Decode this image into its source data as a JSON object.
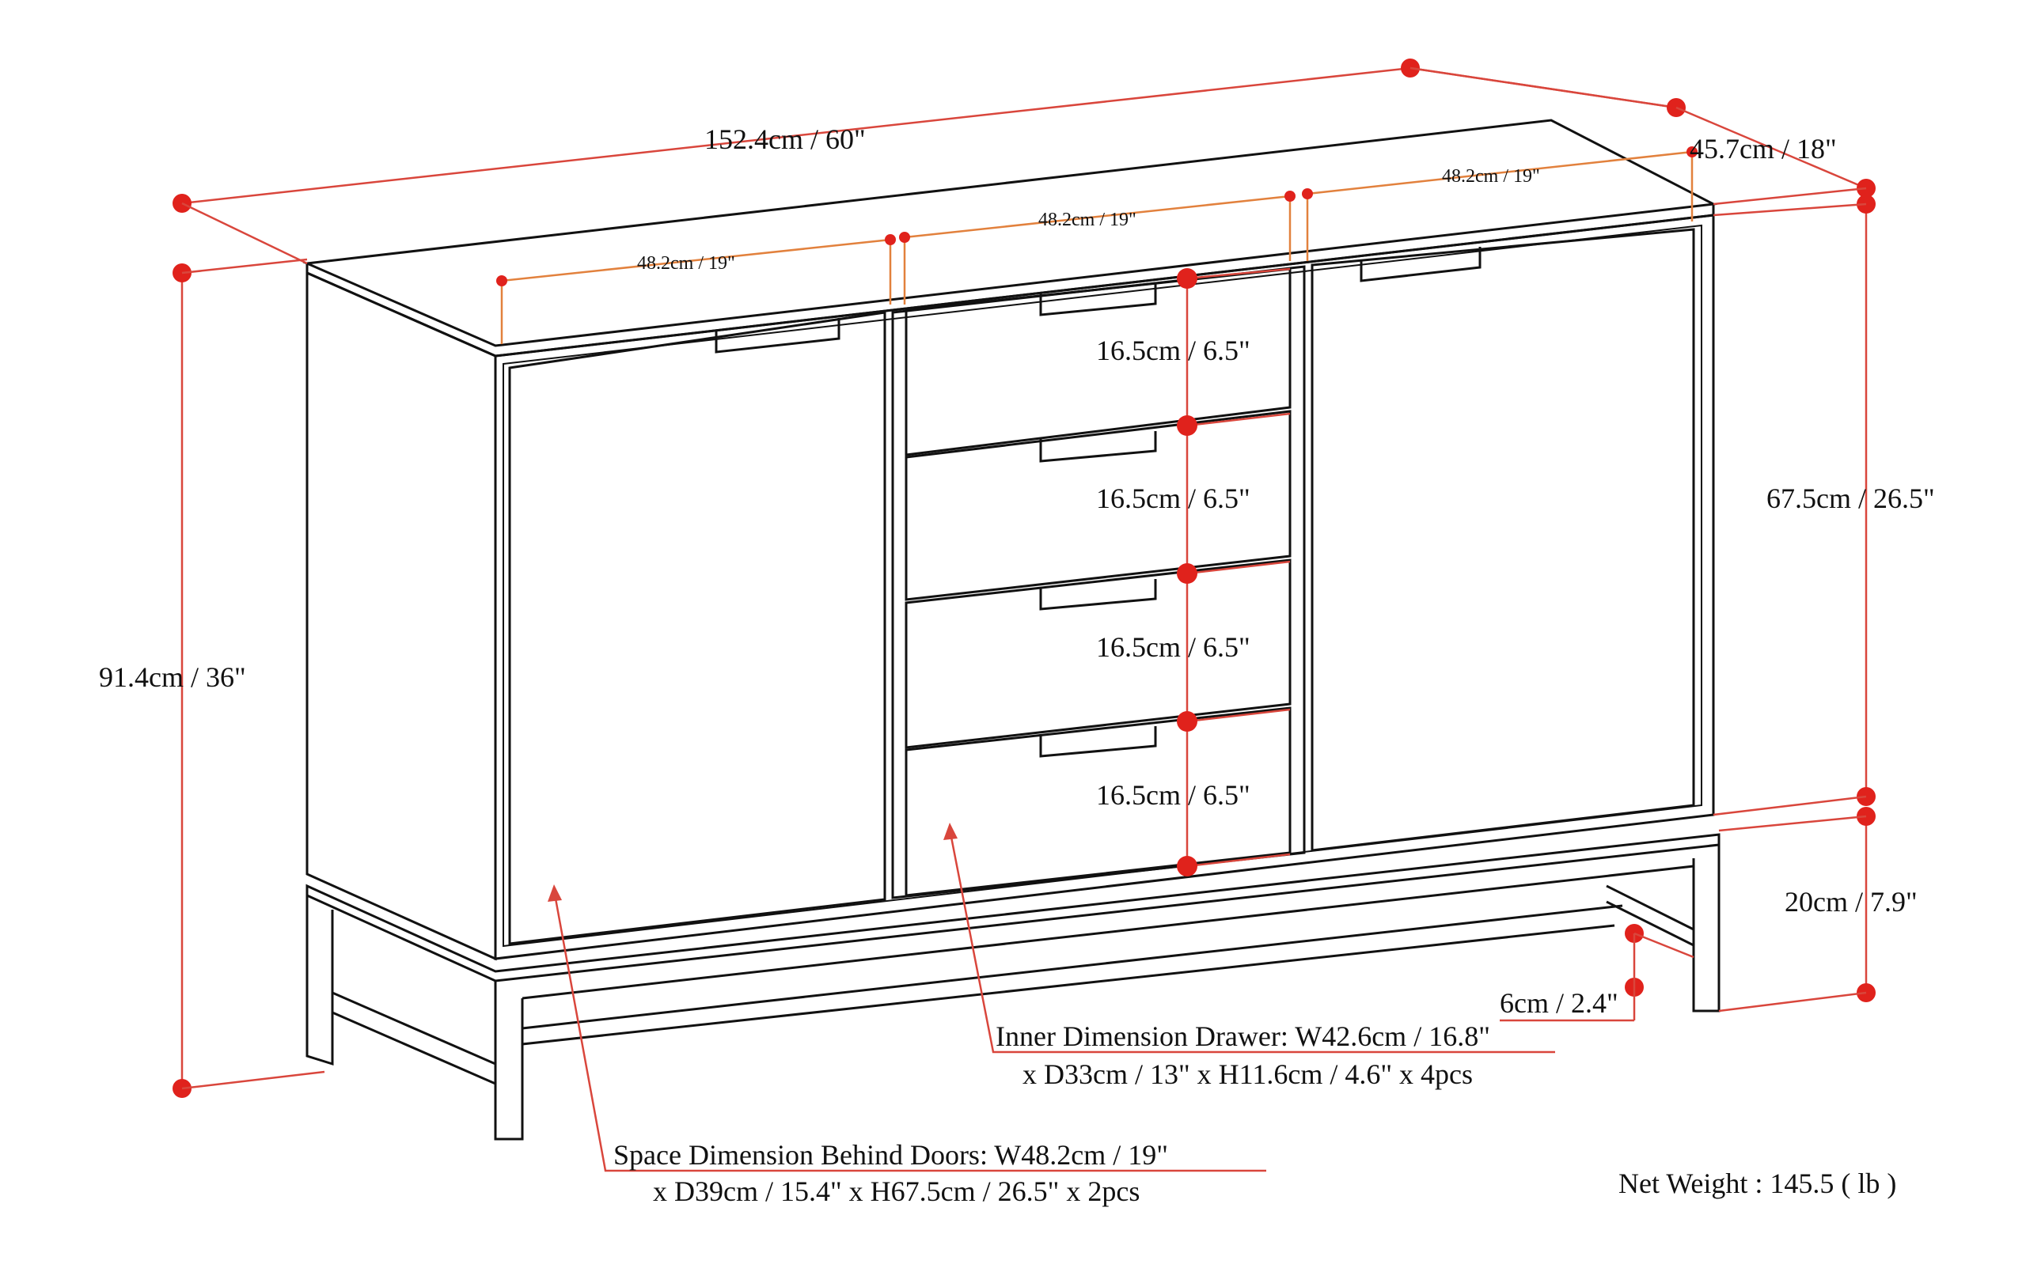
{
  "colors": {
    "dimension_line": "#d9463c",
    "dimension_dot": "#e0221c",
    "inner_dimension": "#e2813d",
    "outline": "#111111",
    "background": "#ffffff"
  },
  "dimensions": {
    "overall_width": "152.4cm / 60\"",
    "overall_depth": "45.7cm / 18\"",
    "overall_height": "91.4cm / 36\"",
    "cabinet_height": "67.5cm / 26.5\"",
    "base_height": "20cm / 7.9\"",
    "leg_height": "6cm / 2.4\"",
    "door_width_left": "48.2cm / 19\"",
    "drawer_width": "48.2cm / 19\"",
    "door_width_right": "48.2cm / 19\"",
    "drawer_heights": [
      "16.5cm / 6.5\"",
      "16.5cm / 6.5\"",
      "16.5cm / 6.5\"",
      "16.5cm / 6.5\""
    ]
  },
  "notes": {
    "inner_drawer_line1": "Inner Dimension Drawer: W42.6cm / 16.8\"",
    "inner_drawer_line2": "x D33cm / 13\" x H11.6cm / 4.6\" x 4pcs",
    "space_doors_line1": "Space Dimension Behind Doors: W48.2cm / 19\"",
    "space_doors_line2": "x D39cm / 15.4\" x H67.5cm / 26.5\" x 2pcs",
    "net_weight": "Net Weight : 145.5 ( lb )"
  }
}
